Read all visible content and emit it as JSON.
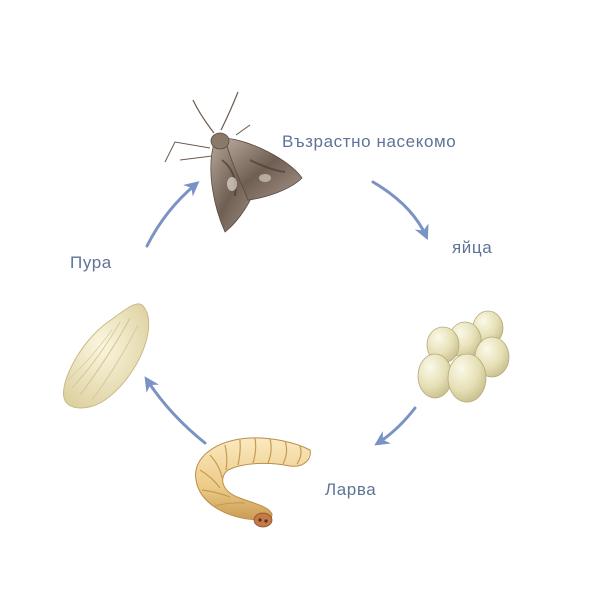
{
  "stages": {
    "adult": {
      "label": "Възрастно насекомо",
      "icon": "moth-icon"
    },
    "eggs": {
      "label": "яйца",
      "icon": "eggs-icon"
    },
    "larva": {
      "label": "Ларва",
      "icon": "larva-icon"
    },
    "pupa": {
      "label": "Пура",
      "icon": "pupa-icon"
    }
  },
  "colors": {
    "arrow": "#7b93c4",
    "label": "#5f7396",
    "egg": "#eae5bf",
    "larva": "#f0d49a",
    "pupa": "#efe7c0",
    "moth": "#8f7f70"
  }
}
